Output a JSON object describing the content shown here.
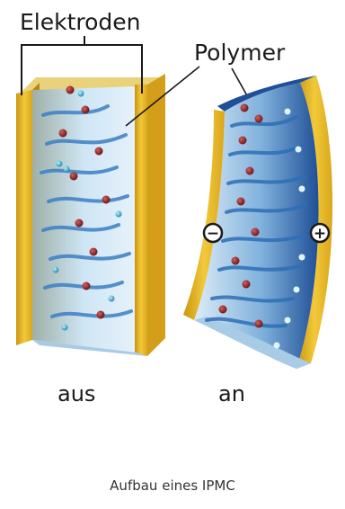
{
  "labels": {
    "electrodes": "Elektroden",
    "polymer": "Polymer",
    "state_off": "aus",
    "state_on": "an",
    "minus_sign": "−",
    "plus_sign": "+"
  },
  "caption": "Aufbau eines IPMC",
  "colors": {
    "electrode": "#e8b423",
    "electrode_dark": "#b8860b",
    "polymer_light": "#cfe6f5",
    "polymer_blue": "#2f6fb8",
    "cation": "#8b1f1f",
    "water": "#3aa6c9"
  }
}
